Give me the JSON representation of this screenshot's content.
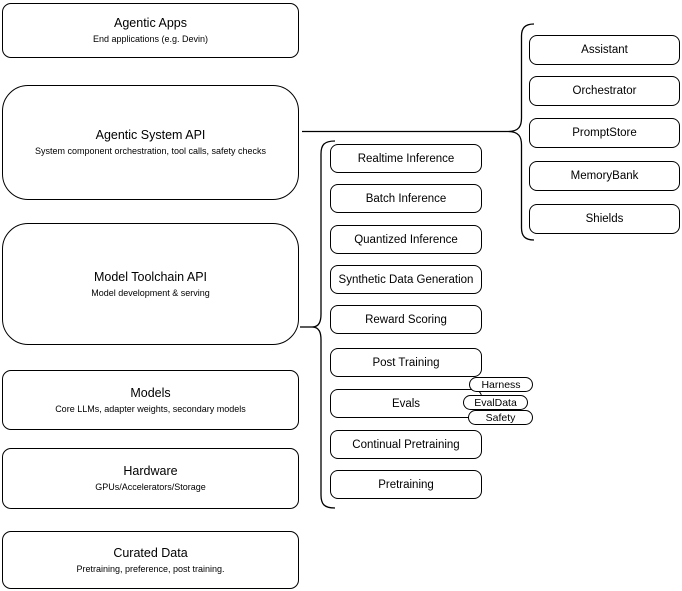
{
  "left_column": [
    {
      "title": "Agentic Apps",
      "subtitle": "End applications (e.g. Devin)"
    },
    {
      "title": "Agentic System API",
      "subtitle": "System component orchestration, tool calls, safety checks"
    },
    {
      "title": "Model Toolchain API",
      "subtitle": "Model development & serving"
    },
    {
      "title": "Models",
      "subtitle": "Core LLMs, adapter weights, secondary models"
    },
    {
      "title": "Hardware",
      "subtitle": "GPUs/Accelerators/Storage"
    },
    {
      "title": "Curated Data",
      "subtitle": "Pretraining, preference, post training."
    }
  ],
  "toolchain": {
    "items": [
      "Realtime Inference",
      "Batch Inference",
      "Quantized Inference",
      "Synthetic Data Generation",
      "Reward Scoring",
      "Post Training",
      "Evals",
      "Continual Pretraining",
      "Pretraining"
    ]
  },
  "system": {
    "items": [
      "Assistant",
      "Orchestrator",
      "PromptStore",
      "MemoryBank",
      "Shields"
    ]
  },
  "evals": {
    "tags": [
      "Harness",
      "EvalData",
      "Safety"
    ]
  },
  "colors": {
    "stroke": "#000000",
    "fill": "#ffffff",
    "text": "#000000"
  }
}
